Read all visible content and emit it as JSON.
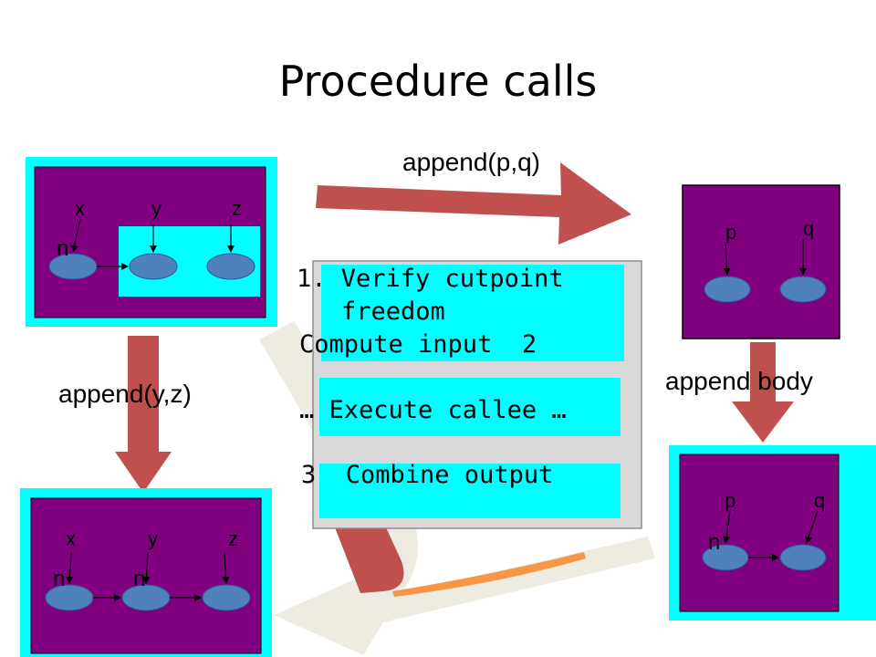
{
  "title": "Procedure calls",
  "arrows": {
    "call_label": "append(p,q)",
    "left_label": "append(y,z)",
    "body_label": "append body"
  },
  "steps": {
    "step1_line1": "1. Verify cutpoint",
    "step1_line2": "freedom",
    "step2": "Compute input  2",
    "step_execute": "… Execute callee …",
    "step3": "3  Combine output"
  },
  "heaps": {
    "top_left": {
      "vars": [
        "x",
        "y",
        "z"
      ],
      "edge_label": "n"
    },
    "bottom_left": {
      "vars": [
        "x",
        "y",
        "z"
      ],
      "edge_labels": [
        "n",
        "n"
      ]
    },
    "top_right": {
      "vars": [
        "p",
        "q"
      ]
    },
    "bottom_right": {
      "vars": [
        "p",
        "q"
      ],
      "edge_label": "n"
    }
  },
  "colors": {
    "frame": "#00ffff",
    "heap_bg": "#800080",
    "node": "#4f81bd",
    "arrow": "#c0504d",
    "panel": "#d9d9d9",
    "ghost_arrow": "#eeece1",
    "orange_arrow": "#f79646"
  }
}
